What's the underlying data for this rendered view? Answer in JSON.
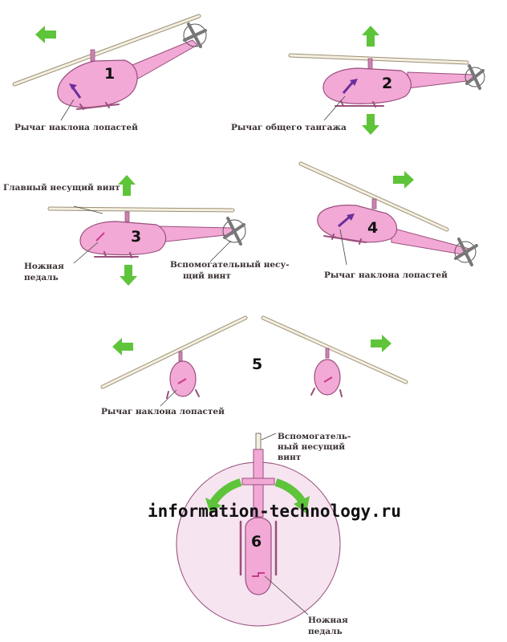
{
  "panels": [
    {
      "number": "1",
      "labels": [
        "Рычаг наклона лопастей"
      ]
    },
    {
      "number": "2",
      "labels": [
        "Рычаг общего тангажа"
      ]
    },
    {
      "number": "3",
      "labels": [
        "Главный несущий винт",
        "Ножная",
        "педаль",
        "Вспомогательный несу-",
        "щий винт"
      ]
    },
    {
      "number": "4",
      "labels": [
        "Рычаг наклона лопастей"
      ]
    },
    {
      "number": "5",
      "labels": [
        "Рычаг наклона лопастей"
      ]
    },
    {
      "number": "6",
      "labels": [
        "Вспомогатель-",
        "ный несущий",
        "винт",
        "Ножная",
        "педаль"
      ]
    }
  ],
  "watermark": "information-technology.ru",
  "colors": {
    "body": "#f2a9d6",
    "outline": "#9a4f7d",
    "arrow": "#5ec43a",
    "blade": "#f4efdf",
    "disk": "#f6e4f0"
  }
}
